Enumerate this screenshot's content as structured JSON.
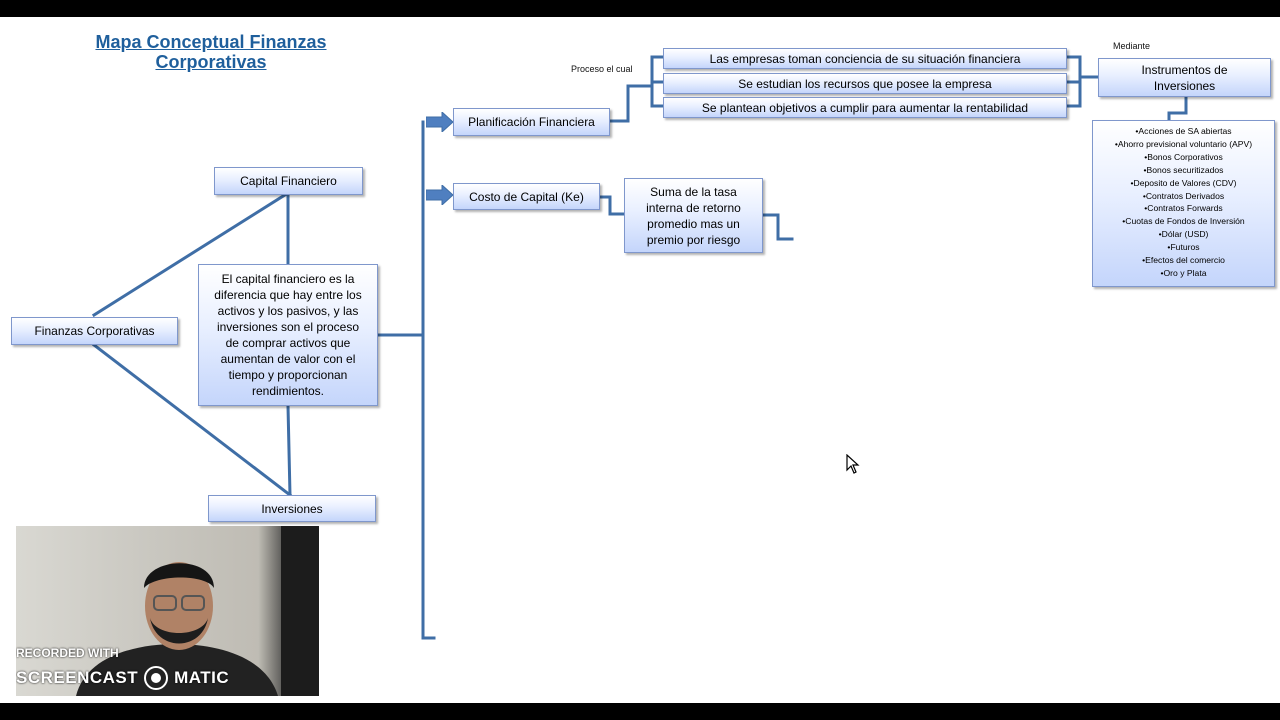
{
  "title": [
    "Mapa Conceptual  Finanzas",
    "Corporativas"
  ],
  "nodes": {
    "finanzas": "Finanzas Corporativas",
    "capital_financiero": "Capital Financiero",
    "inversiones": "Inversiones",
    "definicion": [
      "El capital financiero es la",
      "diferencia que hay entre los",
      "activos y los pasivos, y las",
      "inversiones son el proceso",
      "de comprar activos que",
      "aumentan de valor con el",
      "tiempo y proporcionan",
      "rendimientos."
    ],
    "planificacion": "Planificación  Financiera",
    "costo_capital": "Costo de Capital   (Ke)",
    "suma_tasa": [
      "Suma de la tasa",
      "interna de retorno",
      "promedio mas un",
      "premio por riesgo"
    ],
    "empresas_conciencia": "Las empresas toman conciencia  de su situación financiera",
    "estudian_recursos": "Se estudian los recursos que posee la empresa",
    "plantean_objetivos": "Se plantean objetivos a cumplir para aumentar la rentabilidad",
    "instrumentos": [
      "Instrumentos de",
      "Inversiones"
    ]
  },
  "labels": {
    "proceso": "Proceso el cual",
    "mediante": "Mediante"
  },
  "instrumentos_list": [
    "Acciones de SA abiertas",
    "Ahorro previsional voluntario (APV)",
    "Bonos Corporativos",
    "Bonos securitizados",
    "Deposito de Valores (CDV)",
    "Contratos Derivados",
    "Contratos Forwards",
    "Cuotas de Fondos de Inversión",
    "Dólar (USD)",
    "Futuros",
    "Efectos del comercio",
    "Oro y Plata"
  ],
  "colors": {
    "connector": "#3f6ea6",
    "title": "#1f5f9c",
    "box_border": "#7f97cc",
    "box_fill_bottom": "#c4d5fb"
  },
  "recording": {
    "line1": "RECORDED WITH",
    "brand_left": "SCREENCAST",
    "brand_right": "MATIC"
  }
}
